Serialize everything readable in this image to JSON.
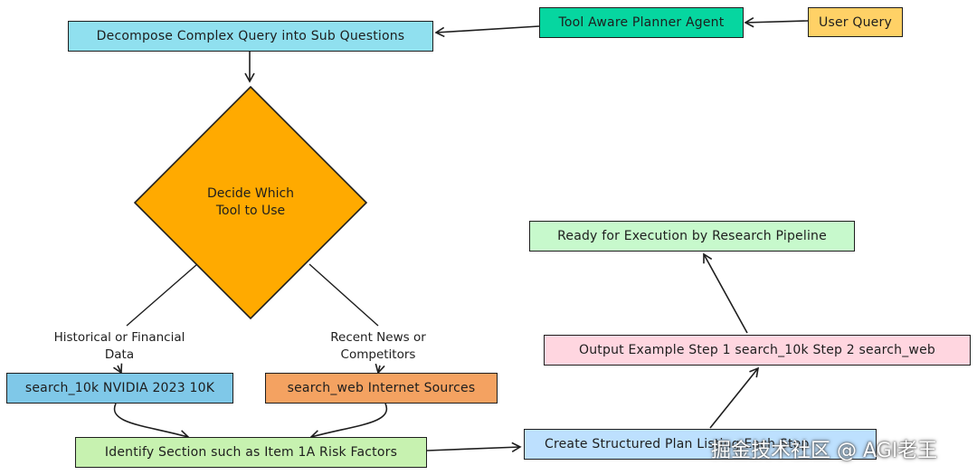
{
  "nodes": {
    "user_query": {
      "label": "User Query",
      "color": "#ffd166"
    },
    "planner": {
      "label": "Tool Aware Planner Agent",
      "color": "#06d6a0"
    },
    "decompose": {
      "label": "Decompose Complex Query into Sub Questions",
      "color": "#90e0ef"
    },
    "decide_line1": "Decide Which",
    "decide_line2": "Tool to Use",
    "decide_color": "#ffaa00",
    "search_10k": {
      "label": "search_10k NVIDIA 2023 10K",
      "color": "#7fc8e8"
    },
    "search_web": {
      "label": "search_web Internet Sources",
      "color": "#f4a261"
    },
    "identify": {
      "label": "Identify Section such as Item 1A Risk Factors",
      "color": "#c7f2b0"
    },
    "create_plan": {
      "label": "Create Structured Plan Listing Each Step",
      "color": "#bde0fe"
    },
    "output_example": {
      "label": "Output Example Step 1 search_10k Step 2 search_web",
      "color": "#ffd6e0"
    },
    "ready": {
      "label": "Ready for Execution by Research Pipeline",
      "color": "#c7f9cc"
    }
  },
  "edge_labels": {
    "historical_line1": "Historical or Financial",
    "historical_line2": "Data",
    "recent_line1": "Recent News or",
    "recent_line2": "Competitors"
  },
  "watermark": "掘金技术社区 @ AGI老王"
}
